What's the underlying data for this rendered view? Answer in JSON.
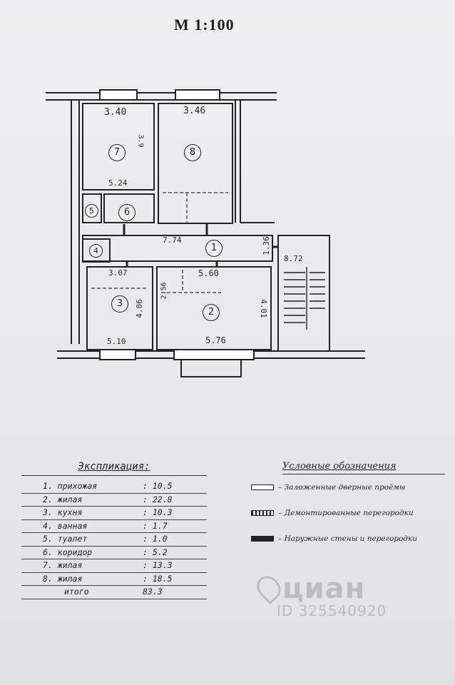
{
  "plan": {
    "scale": "М 1:100",
    "dimensions": {
      "r7_width": "3.40",
      "r8_width": "3.46",
      "r7_depth": "3.9",
      "r6_width": "5.24",
      "corridor_width": "7.74",
      "corridor_depth": "1.36",
      "stair": "8.72",
      "r3_top": "3.07",
      "r2_top": "5.60",
      "r3_side": "2.56",
      "r3_height": "4.06",
      "r2_height": "4.01",
      "r3_bottom": "5.10",
      "r2_bottom": "5.76"
    },
    "room_numbers": [
      "1",
      "2",
      "3",
      "4",
      "5",
      "6",
      "7",
      "8"
    ]
  },
  "explication": {
    "title": "Экспликация:",
    "rows": [
      {
        "name": "1. прихожая",
        "area": ": 10.5"
      },
      {
        "name": "2. жилая",
        "area": ": 22.8"
      },
      {
        "name": "3. кухня",
        "area": ": 10.3"
      },
      {
        "name": "4. ванная",
        "area": ": 1.7"
      },
      {
        "name": "5. туалет",
        "area": ": 1.0"
      },
      {
        "name": "6. коридор",
        "area": ": 5.2"
      },
      {
        "name": "7. жилая",
        "area": ": 13.3"
      },
      {
        "name": "8. жилая",
        "area": ": 18.5"
      }
    ],
    "total": {
      "name": "итого",
      "area": "83.3"
    }
  },
  "legend": {
    "title": "Условные обозначения",
    "items": [
      {
        "icon": "bricked-door-icon",
        "label": "– Заложенные дверные проёмы"
      },
      {
        "icon": "demountable-partition-icon",
        "label": "– Демонтированные перегородки"
      },
      {
        "icon": "wall-icon",
        "label": "– Наружные стены и перегородки"
      }
    ]
  },
  "watermark": {
    "brand": "циан",
    "id": "ID 325540920"
  },
  "colors": {
    "ink": "#1f1f1f",
    "paper": "#e9ebec"
  }
}
